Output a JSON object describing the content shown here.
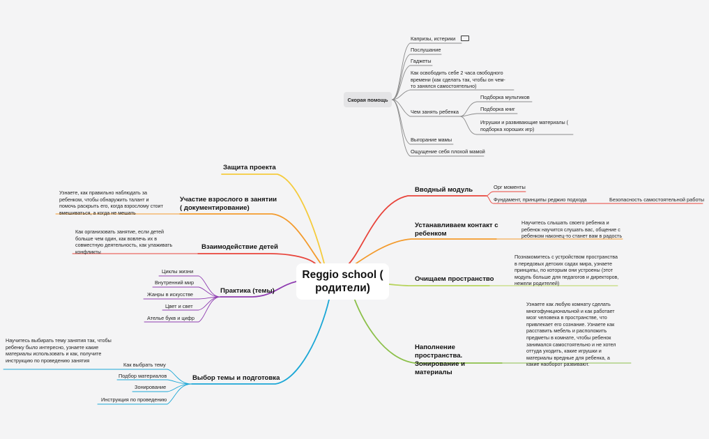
{
  "root": "Reggio school ( родители)",
  "help": {
    "title": "Скорая помощь",
    "items": [
      "Капризы, истерики",
      "Послушание",
      "Гаджеты",
      "Как освободить себе 2 часа свободного времени (как сделать так, чтобы он чем-то занялся самостоятельно)",
      "Чем занять ребенка",
      "Выгорание мамы",
      "Ощущение себя плохой мамой"
    ],
    "sub": [
      "Подборка мультиков",
      "Подборка книг",
      "Игрушки и развивающие материалы ( подборка хороших игр)"
    ]
  },
  "right": {
    "b1": "Вводный модуль",
    "b1_children": [
      "Орг моменты",
      "Фундамент, принципы реджио подхода"
    ],
    "b1_grand": "Безопасность самостоятельной работы",
    "b2": "Устанавливаем контакт с ребенком",
    "b2_note": "Научитесь слышать своего ребенка и ребенок научится слушать вас, общение с ребенком наконец-то станет вам в радость",
    "b3": "Очищаем пространство",
    "b3_note": "Познакомитесь с устройством пространства в передовых детских садах мира, узнаете принципы, по которым они устроены (этот модуль больше для педагогов и директоров, нежели родителей)",
    "b4": "Наполнение пространства. Зонирование и материалы",
    "b4_note": "Узнаете как любую комнату сделать многофункциональной и как работает мозг человека в пространстве, что привлекает его сознание. Узнаете как расставить мебель и расположить предметы в комнате, чтобы ребенок занимался самостоятельно и не хотел оттуда уходить, какие игрушки и материалы вредные для ребенка, а какие наоборот развивают."
  },
  "left": {
    "b1": "Защита проекта",
    "b2": "Участие взрослого в занятии ( документирование)",
    "b2_note": "Узнаете, как правильно наблюдать за ребенком, чтобы обнаружить талант и помочь раскрыть его, когда взрослому стоит вмешиваться, а когда не мешать",
    "b3": "Взаимодействие детей",
    "b3_note": "Как организовать занятие, если детей больше чем один, как вовлечь их в совместную деятельность, как улаживать конфликты",
    "b4": "Практика (темы)",
    "b4_children": [
      "Циклы жизни",
      "Внутренний мир",
      "Жанры в искусстве",
      "Цвет и свет",
      "Ателье букв и цифр"
    ],
    "b5": "Выбор темы и подготовка",
    "b5_children": [
      "Как выбрать тему",
      "Подбор материалов",
      "Зонирование",
      "Инструкция по проведению"
    ],
    "b5_note": "Научитесь выбирать тему занятия так, чтобы ребенку было интересно, узнаете какие материалы использовать и как, получите инструкцию по проведению занятия"
  },
  "colors": {
    "red": "#e8433a",
    "orange": "#f39a2b",
    "yellow": "#f5cb3c",
    "green": "#8cc04a",
    "lime": "#b6d35b",
    "purple": "#8e3bb0",
    "blue": "#1ba7d6",
    "gray": "#8a8a8a"
  }
}
